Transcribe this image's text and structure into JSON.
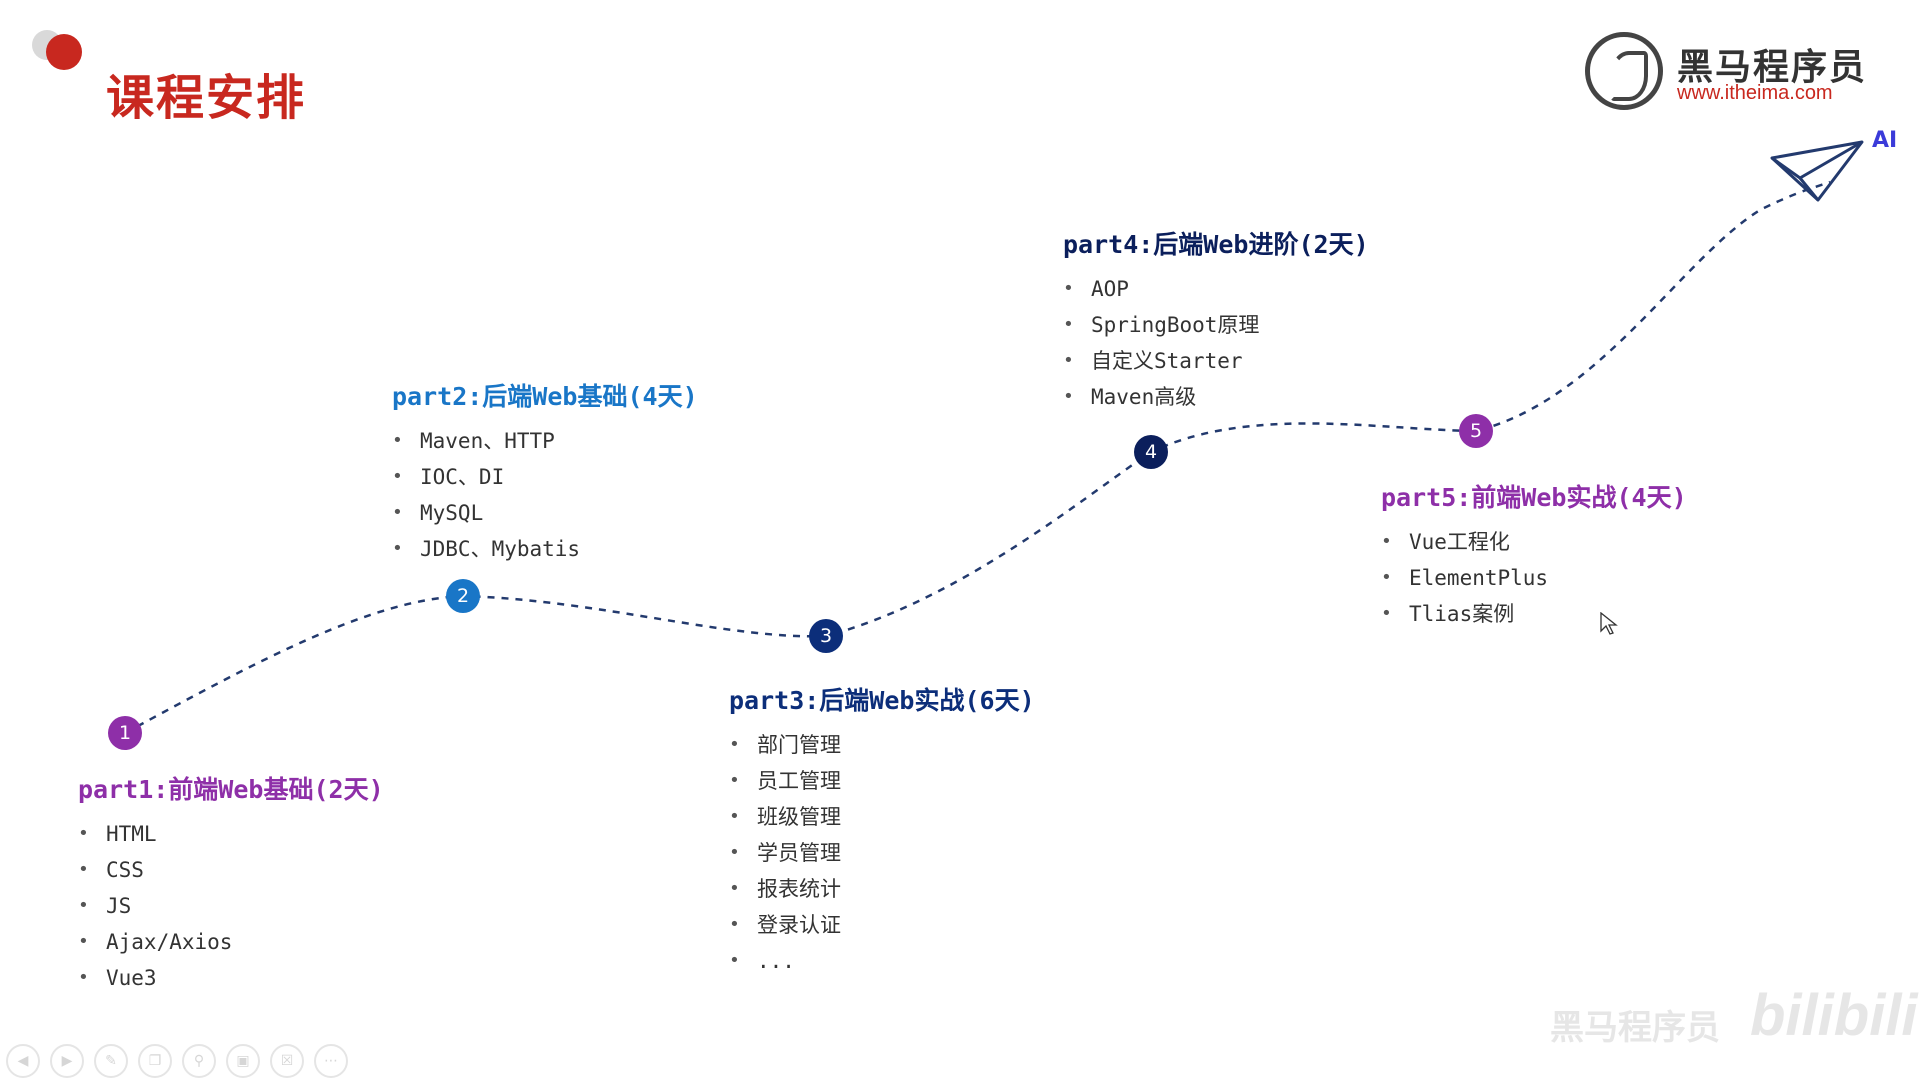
{
  "slide": {
    "title": "课程安排",
    "logo": {
      "name": "黑马程序员",
      "url": "www.itheima.com"
    },
    "ai_label": "AI"
  },
  "colors": {
    "accent_red": "#c8281f",
    "part1": "#8e2fa8",
    "part2": "#1976c7",
    "part3": "#0c2e7a",
    "part4": "#0b1f5c",
    "part5": "#8e2fa8",
    "path": "#233a6e"
  },
  "parts": [
    {
      "number": "1",
      "title": "part1:前端Web基础(2天)",
      "items": [
        "HTML",
        "CSS",
        "JS",
        "Ajax/Axios",
        "Vue3"
      ]
    },
    {
      "number": "2",
      "title": "part2:后端Web基础(4天)",
      "items": [
        "Maven、HTTP",
        "IOC、DI",
        "MySQL",
        "JDBC、Mybatis"
      ]
    },
    {
      "number": "3",
      "title": "part3:后端Web实战(6天)",
      "items": [
        "部门管理",
        "员工管理",
        "班级管理",
        "学员管理",
        "报表统计",
        "登录认证",
        "..."
      ]
    },
    {
      "number": "4",
      "title": "part4:后端Web进阶(2天)",
      "items": [
        "AOP",
        "SpringBoot原理",
        "自定义Starter",
        "Maven高级"
      ]
    },
    {
      "number": "5",
      "title": "part5:前端Web实战(4天)",
      "items": [
        "Vue工程化",
        "ElementPlus",
        "Tlias案例"
      ]
    }
  ],
  "icons": [
    "paper-plane-icon",
    "logo-horse-icon",
    "cursor-icon"
  ],
  "watermarks": {
    "text1": "黑马程序员",
    "text2": "bilibili"
  },
  "toolbar_icons": [
    "prev-icon",
    "next-icon",
    "pen-icon",
    "copy-icon",
    "zoom-icon",
    "screen-icon",
    "camera-off-icon",
    "more-icon"
  ]
}
